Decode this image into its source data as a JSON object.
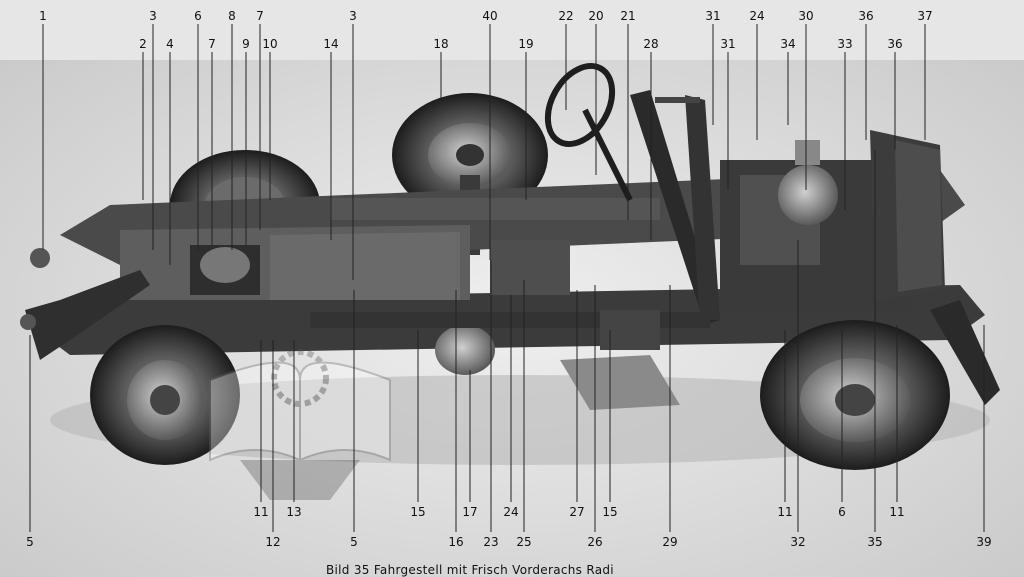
{
  "figure": {
    "caption": "Bild 35 Fahrgestell mit Frisch Vorderachs Radi",
    "top_labels": [
      "1",
      "3",
      "2",
      "4",
      "6",
      "7",
      "8",
      "7",
      "9",
      "10",
      "14",
      "3",
      "18",
      "40",
      "19",
      "22",
      "20",
      "21",
      "28",
      "31",
      "31",
      "24",
      "34",
      "30",
      "36",
      "33",
      "36",
      "37"
    ],
    "bottom_labels": [
      "5",
      "11",
      "12",
      "13",
      "5",
      "15",
      "16",
      "17",
      "23",
      "24",
      "25",
      "27",
      "26",
      "15",
      "29",
      "11",
      "32",
      "6",
      "35",
      "11",
      "39"
    ]
  }
}
